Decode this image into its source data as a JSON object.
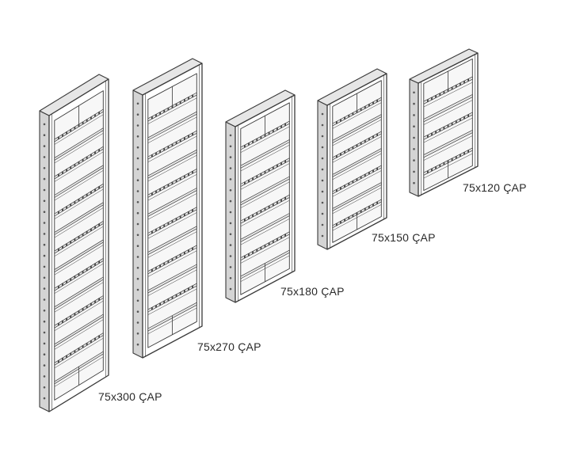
{
  "panels": [
    {
      "id": "p300",
      "label": "75x300 ÇAP"
    },
    {
      "id": "p270",
      "label": "75x270 ÇAP"
    },
    {
      "id": "p180",
      "label": "75x180 ÇAP"
    },
    {
      "id": "p150",
      "label": "75x150 ÇAP"
    },
    {
      "id": "p120",
      "label": "75x120 ÇAP"
    }
  ]
}
